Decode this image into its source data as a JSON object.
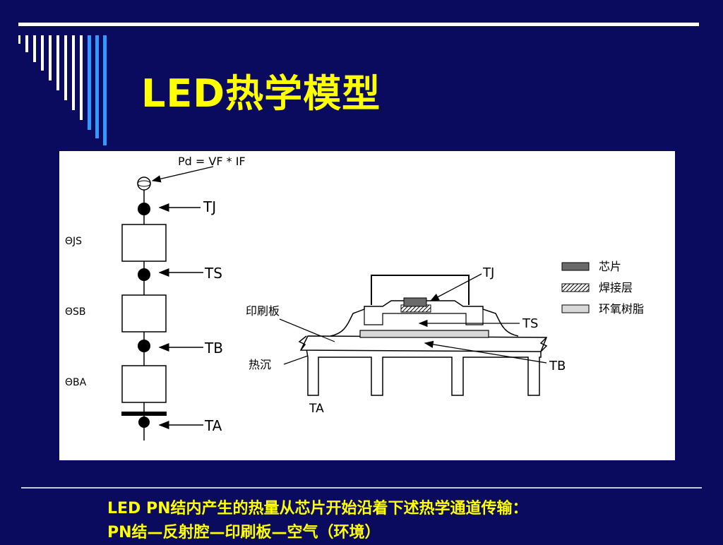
{
  "slide": {
    "title": "LED热学模型",
    "caption_line1": "LED PN结内产生的热量从芯片开始沿着下述热学通道传输：",
    "caption_line2": "PN结—反射腔—印刷板—空气（环境）",
    "accent_color": "#ffff00",
    "background_color": "#0a0a5e"
  },
  "left_model": {
    "power_formula": "Pd = VF * IF",
    "node_tj": "TJ",
    "node_ts": "TS",
    "node_tb": "TB",
    "node_ta": "TA",
    "res_js": "ΘJS",
    "res_sb": "ΘSB",
    "res_ba": "ΘBA"
  },
  "right_model": {
    "label_pcb": "印刷板",
    "label_heatsink": "热沉",
    "label_tj": "TJ",
    "label_ts": "TS",
    "label_tb": "TB",
    "label_ta": "TA"
  },
  "legend": [
    {
      "label": "芯片"
    },
    {
      "label": "焊接层"
    },
    {
      "label": "环氧树脂"
    }
  ]
}
